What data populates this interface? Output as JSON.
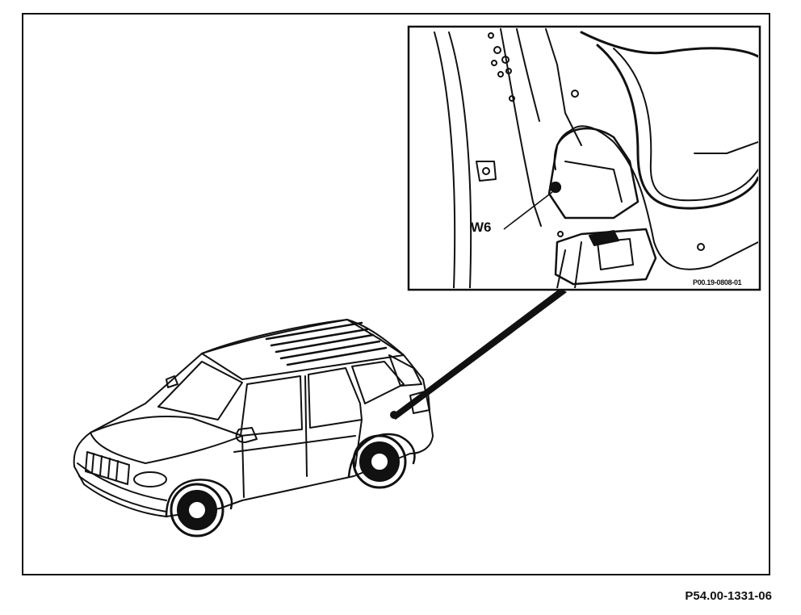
{
  "diagram": {
    "callout_label": "W6",
    "inset_figure_id": "P00.19-0808-01",
    "figure_id": "P54.00-1331-06",
    "colors": {
      "line": "#111111",
      "background": "#ffffff"
    },
    "icons": [
      "vehicle-illustration",
      "detail-inset",
      "ground-point-bolt"
    ]
  }
}
